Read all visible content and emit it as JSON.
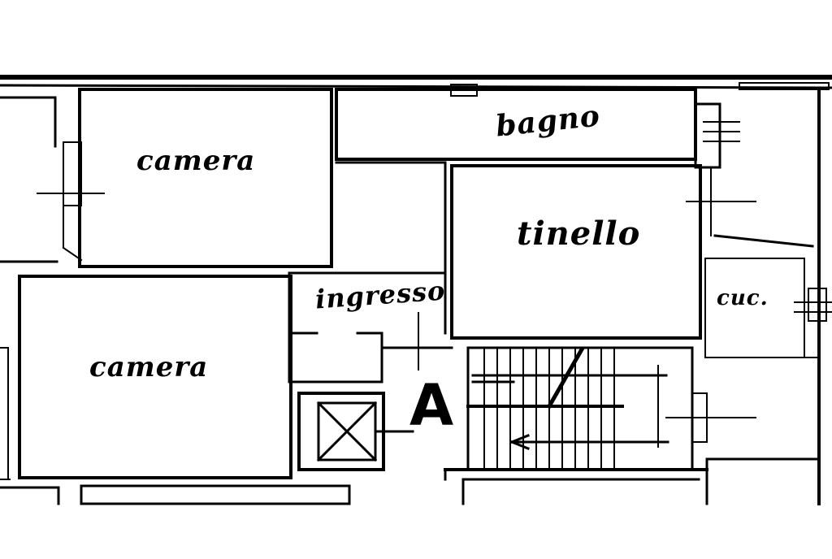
{
  "rooms": {
    "camera_top": "camera",
    "bagno": "bagno",
    "tinello": "tinello",
    "ingresso": "ingresso",
    "cucina": "cuc.",
    "camera_bottom": "camera"
  },
  "stair_label": "A",
  "colors": {
    "ink": "#000000",
    "paper": "#ffffff"
  }
}
